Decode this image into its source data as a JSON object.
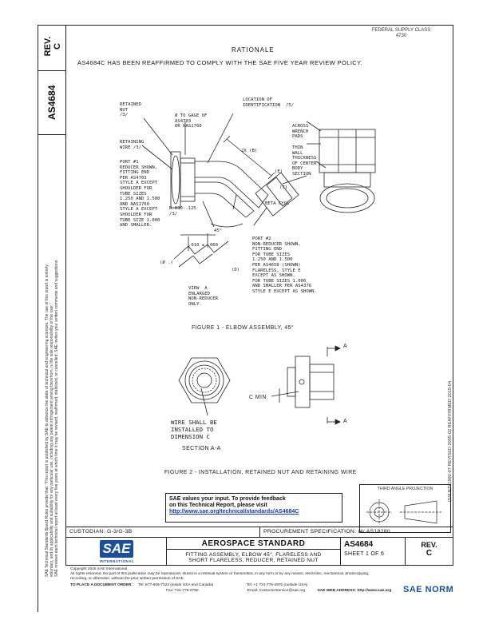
{
  "header": {
    "corner_note_line1": "FEDERAL SUPPLY CLASS",
    "corner_note_line2": "4730"
  },
  "side": {
    "rev_label": "REV.",
    "rev_value": "C",
    "doc_number": "AS4684",
    "legal_text_line1": "SAE Technical Standards Board Rules provide that: \"This report is published by SAE to advance the state of technical and engineering sciences. The use of this report is entirely",
    "legal_text_line2": "voluntary, and its applicability and suitability for any particular use, including any patent infringement arising therefrom, is the sole responsibility of the user.\"",
    "legal_text_line3": "SAE reviews each technical report at least every five years at which time it may be revised, reaffirmed, stabilized, or cancelled. SAE invites your written comments and suggestions.",
    "history_text": "ISSUED 1992-07    REVISED 2005-02    REAFFIRMED 2015-04"
  },
  "rationale": {
    "heading": "RATIONALE",
    "body": "AS4684C HAS BEEN REAFFIRMED TO COMPLY WITH THE SAE FIVE YEAR REVIEW POLICY."
  },
  "figure1": {
    "caption": "FIGURE 1 - ELBOW ASSEMBLY, 45°",
    "labels": {
      "retained_nut": "RETAINED\nNUT\n/3/",
      "retaining_wire": "RETAINING\nWIRE /3/",
      "gage": "Ø TO GAGE OF\nAS4703\nOR NAS1760",
      "location_id": "LOCATION OF\nIDENTIFICATION  /5/",
      "across_wrench": "ACROSS\nWRENCH\nPADS",
      "thin_wall": "THIN\nWALL\nTHICKNESS\nOF CENTER\nBODY\nSECTION",
      "port1": "PORT #1\nREDUCER SHOWN,\nFITTING END\nPER AS4703\nSTYLE A EXCEPT\nSHOULDER FOR\nTUBE SIZES\n1.250 AND 1.500\nAND NAS1760\nSTYLE A EXCEPT\nSHOULDER FOR\nTUBE SIZE 1.000\nAND SMALLER.",
      "radius": "R.030-.125\n/3/",
      "dim_b": "2X (B)",
      "dim_t": "(T)",
      "dim_e": "(E)",
      "beta_cyl": "BETA CYCL",
      "angle": "45°",
      "port2": "PORT #2\nNON-REDUCER SHOWN,\nFITTING END\nFOR TUBE SIZES\n1.250 AND 1.500\nPER AS4658 (SHOWN)\nFLARELESS, STYLE E\nEXCEPT AS SHOWN.\nFOR TUBE SIZES 1.000\nAND SMALLER PER AS4376\nSTYLE E EXCEPT AS SHOWN.",
      "dim_range": ".010 ± .060",
      "dim_phi": "(Ø .)",
      "dim_d": "(D)",
      "view_a": "VIEW  A\nENLARGED\nNON-REDUCER\nONLY."
    }
  },
  "figure2": {
    "caption": "FIGURE 2 - INSTALLATION, RETAINED NUT AND RETAINING WIRE",
    "labels": {
      "wire_note": "WIRE SHALL BE\nINSTALLED TO\nDIMENSION C",
      "c_min": "C MIN",
      "section": "SECTION A-A",
      "arrow_a": "A"
    }
  },
  "projection": {
    "title": "THIRD ANGLE PROJECTION"
  },
  "feedback": {
    "line1": "SAE values your input. To provide feedback",
    "line2": "on this Technical Report, please visit",
    "link": "http://www.sae.org/technical/standards/AS4684C"
  },
  "title_block": {
    "custodian": "CUSTODIAN: G-3/G-3B",
    "procurement": "PROCUREMENT SPECIFICATION: /4/ AS18280",
    "logo_text": "SAE",
    "logo_sub": "INTERNATIONAL",
    "standard_heading": "AEROSPACE STANDARD",
    "part_title_line1": "FITTING ASSEMBLY, ELBOW 45°, FLARELESS AND",
    "part_title_line2": "SHORT FLARELESS, REDUCER, RETAINED NUT",
    "doc_number": "AS4684",
    "sheet": "SHEET 1 OF 6",
    "rev_label": "REV.",
    "rev_value": "C"
  },
  "footer": {
    "copyright": "Copyright 2015 SAE International",
    "rights": "All rights reserved. No part of this publication may be reproduced, stored in a retrieval system or transmitted, in any form or by any means, electronic, mechanical, photocopying,",
    "rights2": "recording, or otherwise, without the prior written permission of SAE.",
    "order_label": "TO PLACE A DOCUMENT ORDER:",
    "tel1": "Tel: 877-606-7323 (inside USA and Canada)",
    "fax1": "Fax: 724-776-0790",
    "tel2": "Tel: +1 724-776-4970 (outside USA)",
    "email": "Email: CustomerService@sae.org",
    "web": "SAE WEB ADDRESS: http://www.sae.org",
    "watermark": "SAE NORM"
  }
}
